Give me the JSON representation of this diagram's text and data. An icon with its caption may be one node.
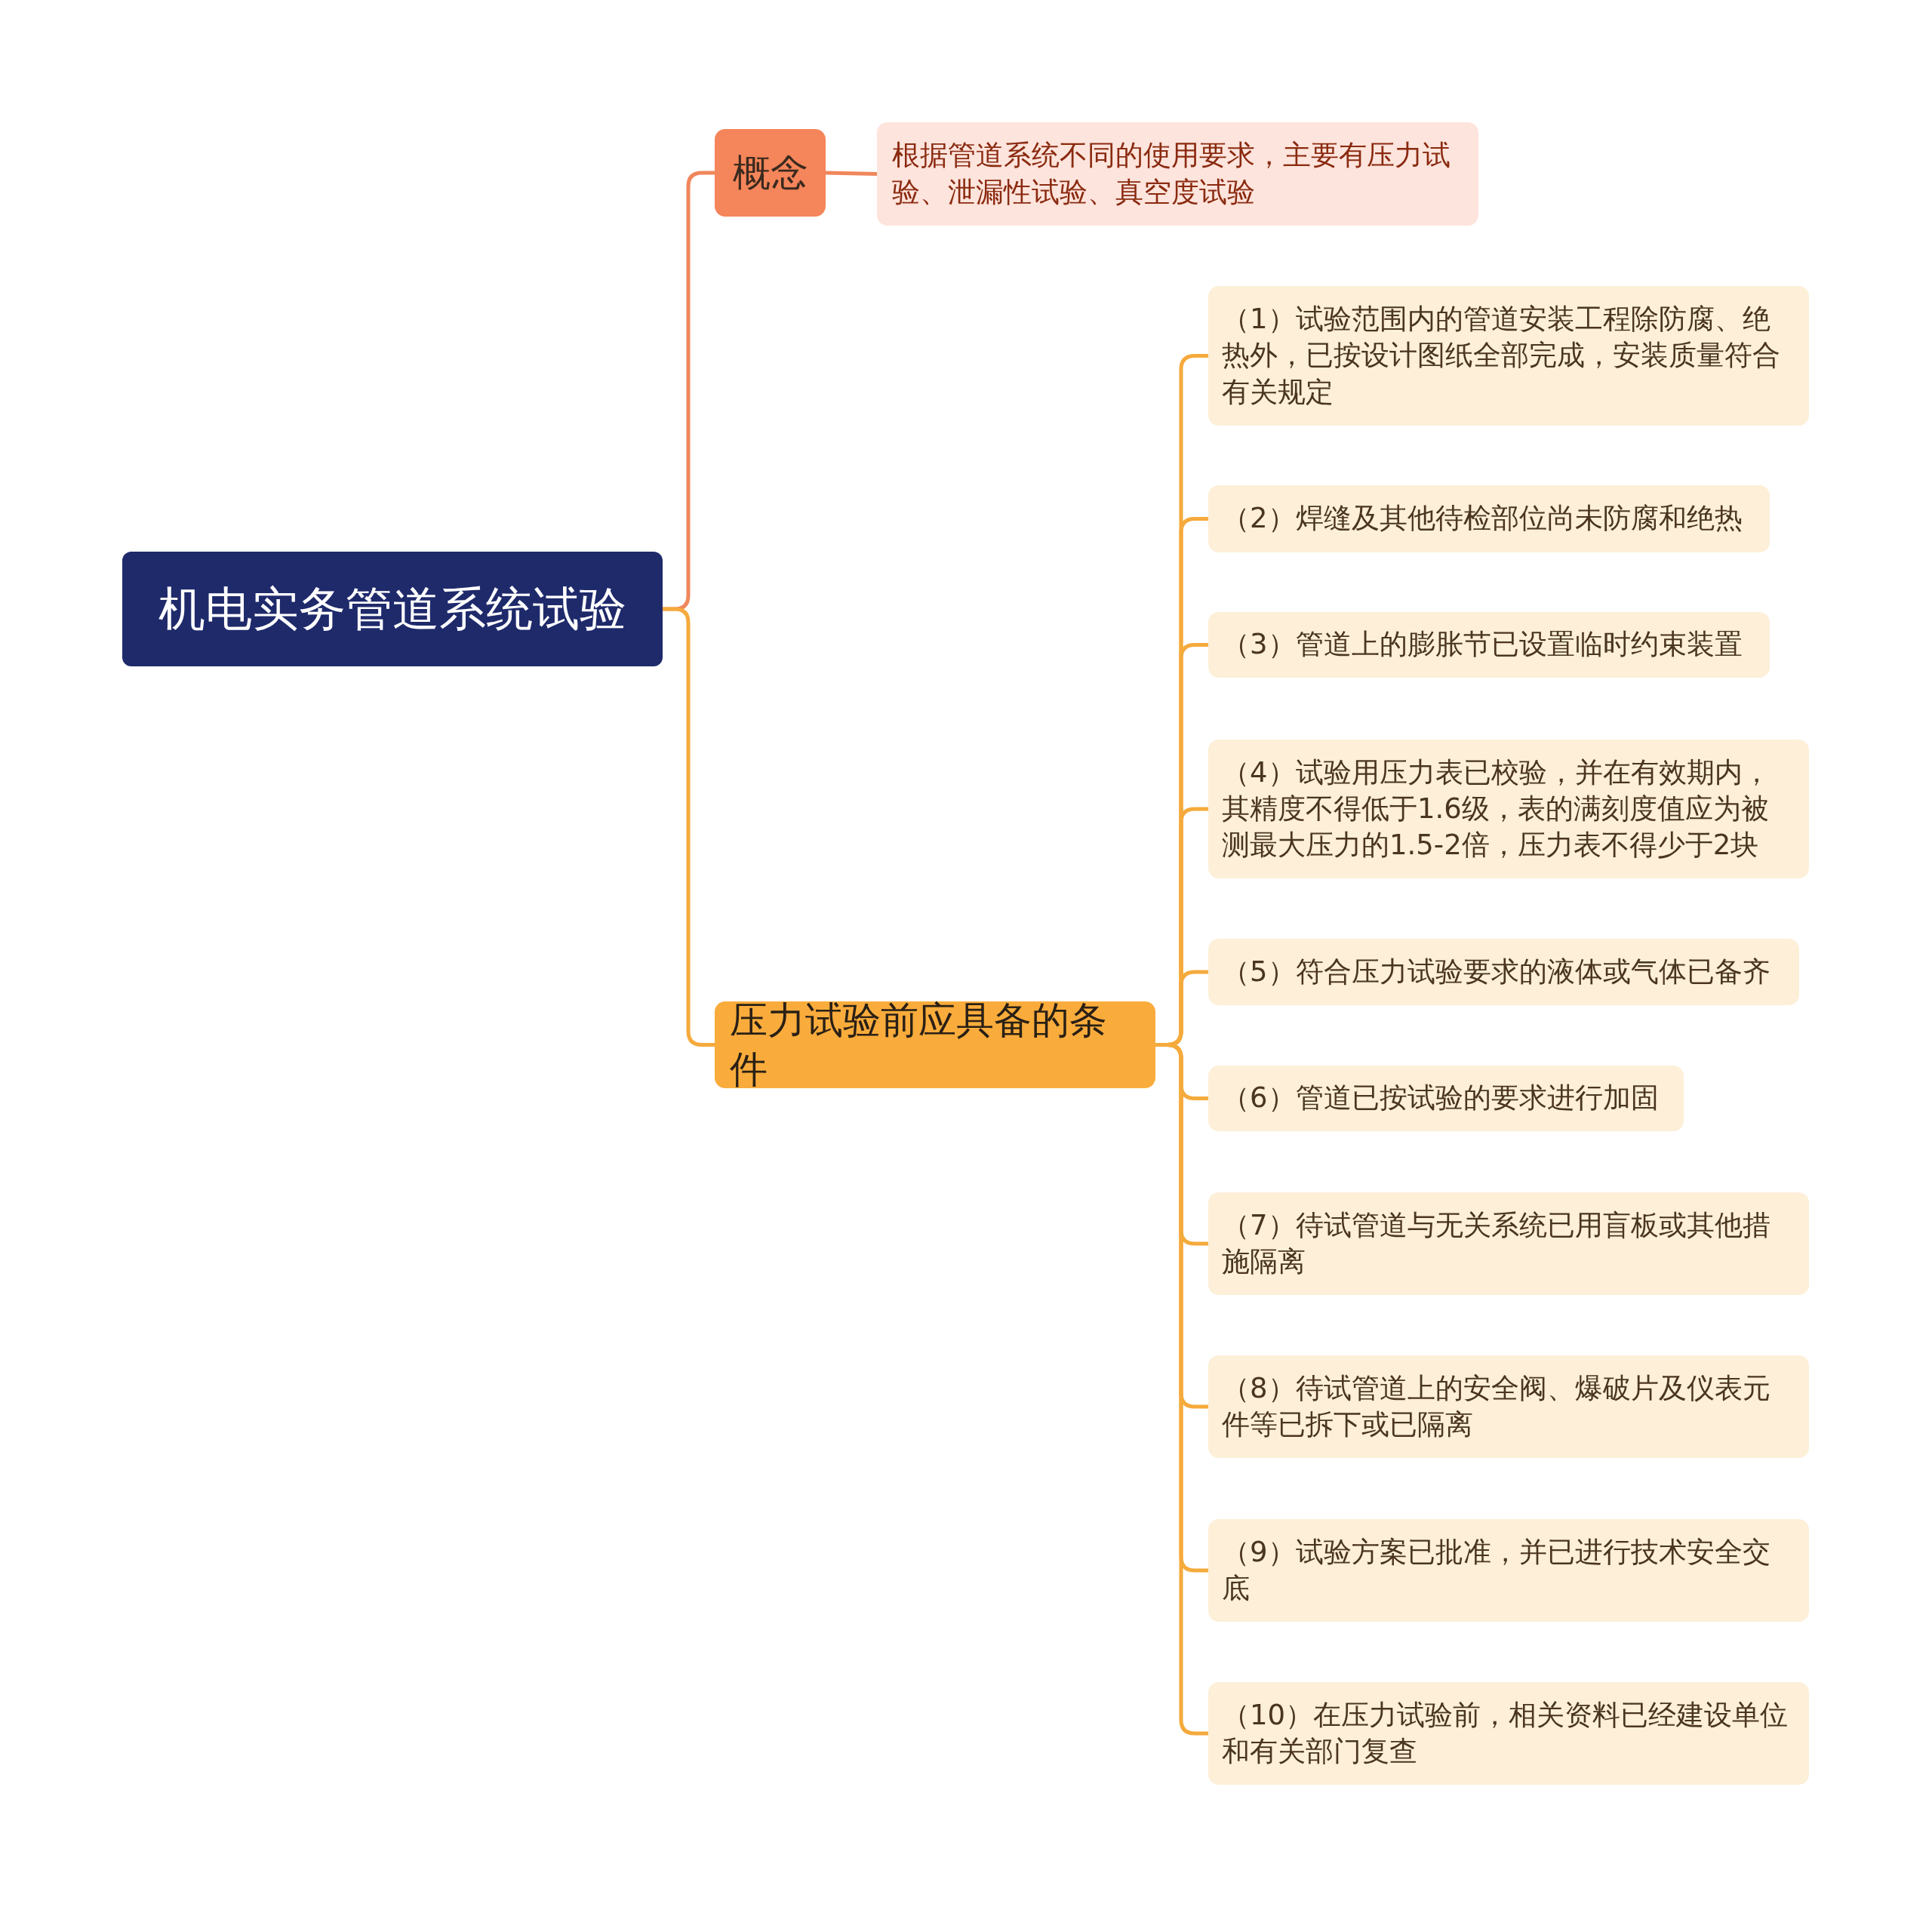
{
  "diagram": {
    "nodes": [
      {
        "text": [
          "机电实务管道系统试验"
        ]
      },
      {
        "text": [
          "概念"
        ]
      },
      {
        "text": [
          "根据管道系统不同的使用要求，主要有压力试验、泄漏性试验、真空度试验"
        ]
      },
      {
        "text": [
          "压力试验前应具备的条件"
        ]
      },
      {
        "text": [
          "（1）试验范围内的管道安装工程除防腐、绝热外，已按设计图纸全部完成，安装质量符合有关规定"
        ]
      },
      {
        "text": [
          "（2）焊缝及其他待检部位尚未防腐和绝热"
        ]
      },
      {
        "text": [
          "（3）管道上的膨胀节已设置临时约束装置"
        ]
      },
      {
        "text": [
          "（4）试验用压力表已校验，并在有效期内，其精度不得低于1.6级，表的满刻度值应为被测最大压力的1.5-2倍，压力表不得少于2块"
        ]
      },
      {
        "text": [
          "（5）符合压力试验要求的液体或气体已备齐"
        ]
      },
      {
        "text": [
          "（6）管道已按试验的要求进行加固"
        ]
      },
      {
        "text": [
          "（7）待试管道与无关系统已用盲板或其他措施隔离"
        ]
      },
      {
        "text": [
          "（8）待试管道上的安全阀、爆破片及仪表元件等已拆下或已隔离"
        ]
      },
      {
        "text": [
          "（9）试验方案已批准，并已进行技术安全交底"
        ]
      },
      {
        "text": [
          "（10）在压力试验前，相关资料已经建设单位和有关部门复查"
        ]
      }
    ],
    "edges": [
      {
        "from": 0,
        "to": 1,
        "arrow": "none",
        "color": "#f0875c"
      },
      {
        "from": 1,
        "to": 2,
        "arrow": "none",
        "color": "#f0875c"
      },
      {
        "from": 0,
        "to": 3,
        "arrow": "none"
      },
      {
        "from": 3,
        "to": 4,
        "arrow": "none"
      },
      {
        "from": 3,
        "to": 5,
        "arrow": "none"
      },
      {
        "from": 3,
        "to": 6,
        "arrow": "none"
      },
      {
        "from": 3,
        "to": 7,
        "arrow": "none"
      },
      {
        "from": 3,
        "to": 8,
        "arrow": "none"
      },
      {
        "from": 3,
        "to": 9,
        "arrow": "none"
      },
      {
        "from": 3,
        "to": 10,
        "arrow": "none"
      },
      {
        "from": 3,
        "to": 11,
        "arrow": "none"
      },
      {
        "from": 3,
        "to": 12,
        "arrow": "none"
      },
      {
        "from": 3,
        "to": 13,
        "arrow": "none"
      }
    ]
  }
}
